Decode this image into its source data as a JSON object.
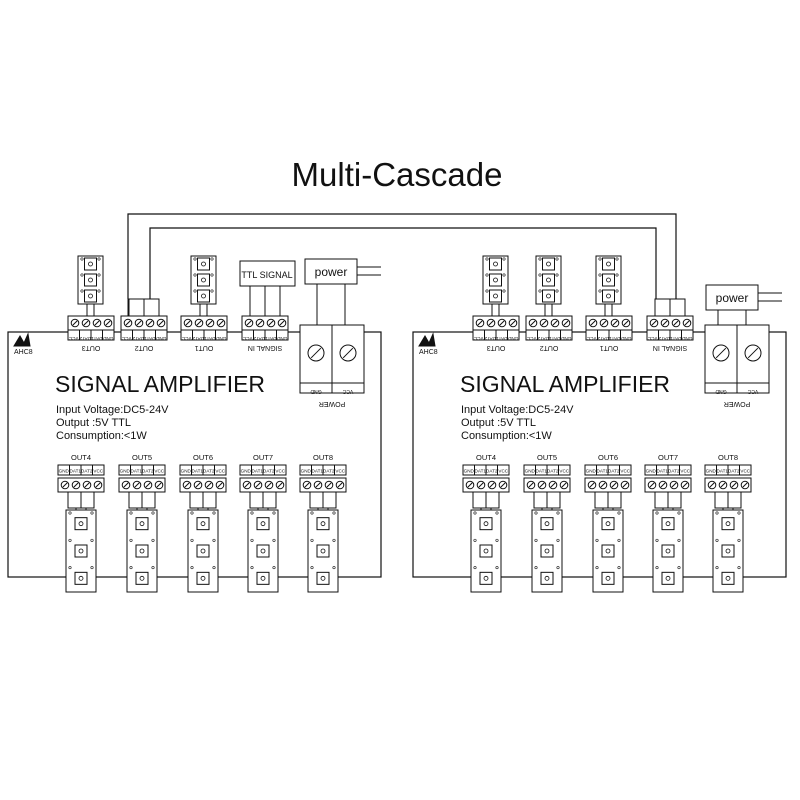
{
  "title": "Multi-Cascade",
  "boxes": [
    {
      "brand": "AHC8",
      "name": "SIGNAL AMPLIFIER",
      "specs": [
        "Input Voltage:DC5-24V",
        "Output :5V  TTL",
        "Consumption:<1W"
      ],
      "top_ports": [
        "OUT3",
        "OUT2",
        "OUT1",
        "SIGNAL IN"
      ],
      "bottom_ports": [
        "OUT4",
        "OUT5",
        "OUT6",
        "OUT7",
        "OUT8"
      ],
      "pin_labels": [
        "GND",
        "DAT1",
        "DAT2",
        "VCC"
      ],
      "power_pins": [
        "GND",
        "VCC"
      ],
      "power_label": "POWER",
      "ttl_label": "TTL SIGNAL",
      "power_box_label": "power"
    },
    {
      "brand": "AHC8",
      "name": "SIGNAL AMPLIFIER",
      "specs": [
        "Input Voltage:DC5-24V",
        "Output :5V  TTL",
        "Consumption:<1W"
      ],
      "top_ports": [
        "OUT3",
        "OUT2",
        "OUT1",
        "SIGNAL IN"
      ],
      "bottom_ports": [
        "OUT4",
        "OUT5",
        "OUT6",
        "OUT7",
        "OUT8"
      ],
      "pin_labels": [
        "GND",
        "DAT1",
        "DAT2",
        "VCC"
      ],
      "power_pins": [
        "GND",
        "VCC"
      ],
      "power_label": "POWER",
      "power_box_label": "power"
    }
  ]
}
